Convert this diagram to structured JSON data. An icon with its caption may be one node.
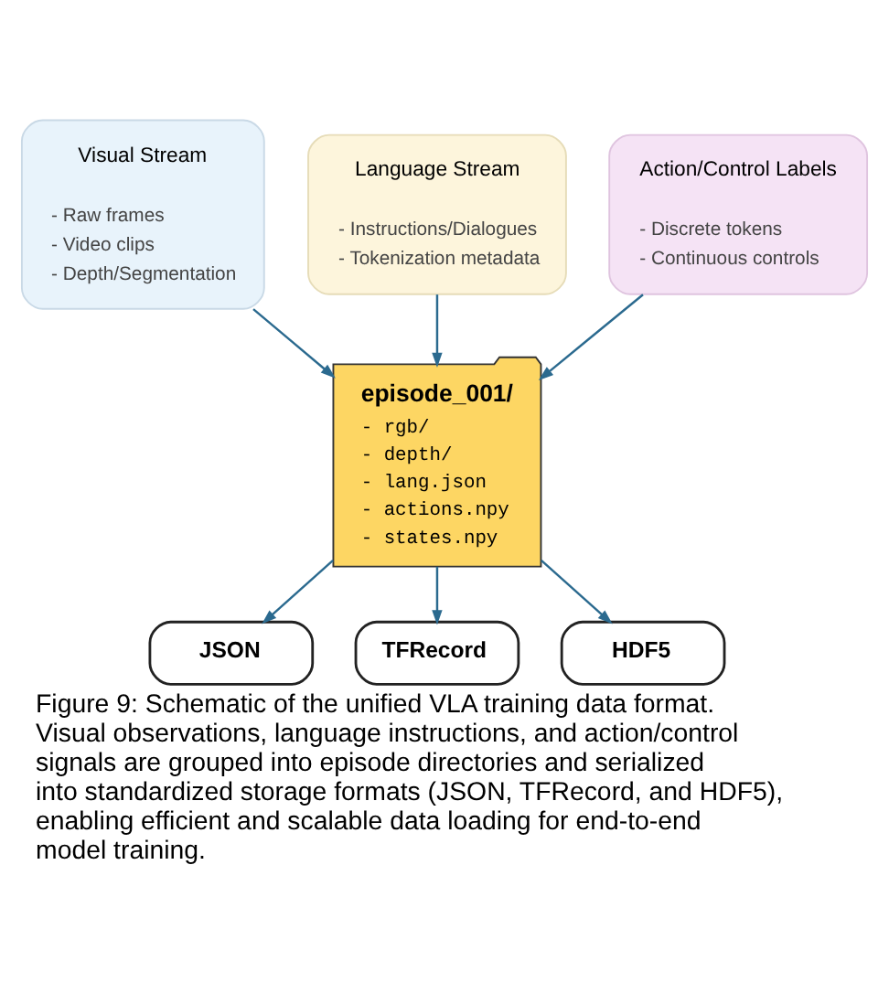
{
  "diagram": {
    "caption": "Figure 9: Schematic of the unified VLA training data format. Visual observations, language instructions, and action/control signals are grouped into episode directories and serialized into standardized storage formats (JSON, TFRecord, and HDF5), enabling efficient and scalable data loading for end-to-end model training.",
    "nodes": [
      {
        "text": [
          "Visual Stream",
          "- Raw frames",
          "- Video clips",
          "- Depth/Segmentation"
        ]
      },
      {
        "text": [
          "Language Stream",
          "- Instructions/Dialogues",
          "- Tokenization metadata"
        ]
      },
      {
        "text": [
          "Action/Control Labels",
          "- Discrete tokens",
          "- Continuous controls"
        ]
      },
      {
        "text": [
          "episode_001/",
          "- rgb/",
          "- depth/",
          "- lang.json",
          "- actions.npy",
          "- states.npy"
        ]
      },
      {
        "text": [
          "JSON"
        ]
      },
      {
        "text": [
          "TFRecord"
        ]
      },
      {
        "text": [
          "HDF5"
        ]
      }
    ],
    "edges": [
      {
        "from": 0,
        "to": 3,
        "arrow": "to"
      },
      {
        "from": 1,
        "to": 3,
        "arrow": "to"
      },
      {
        "from": 2,
        "to": 3,
        "arrow": "to"
      },
      {
        "from": 3,
        "to": 4,
        "arrow": "to"
      },
      {
        "from": 3,
        "to": 5,
        "arrow": "to"
      },
      {
        "from": 3,
        "to": 6,
        "arrow": "to"
      }
    ]
  }
}
